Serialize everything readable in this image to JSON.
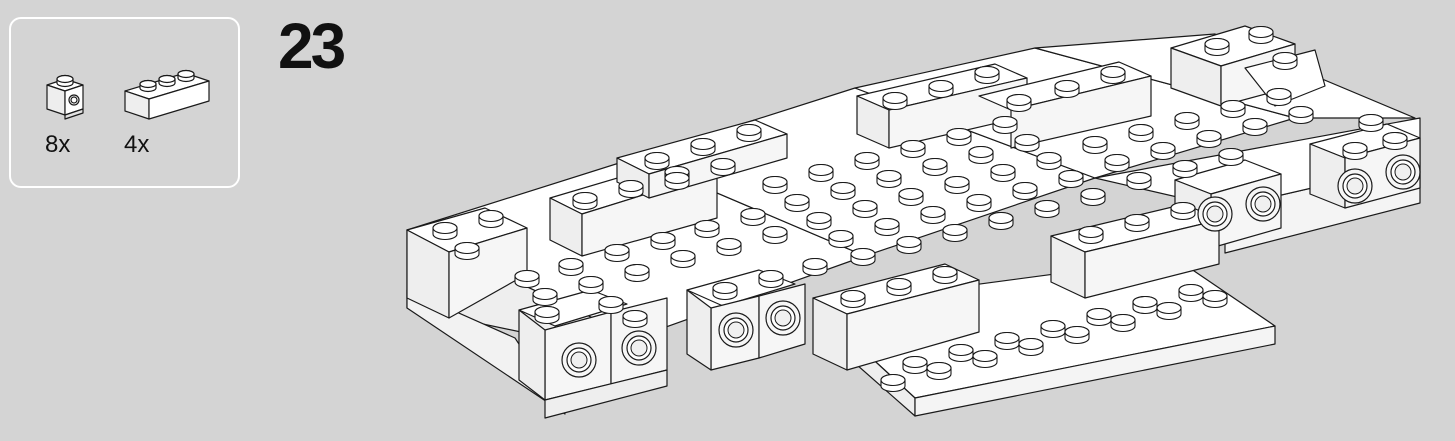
{
  "step": {
    "number": "23"
  },
  "parts": [
    {
      "name": "brick-1x1-with-stud-on-side",
      "quantity": "8x"
    },
    {
      "name": "brick-1x3",
      "quantity": "4x"
    }
  ],
  "colors": {
    "background": "#d4d4d4",
    "brick": "#ffffff",
    "brick_side": "#f4f4f4",
    "brick_shadow": "#e2e2e2",
    "outline": "#1a1a1a",
    "panel_border": "#ffffff"
  }
}
